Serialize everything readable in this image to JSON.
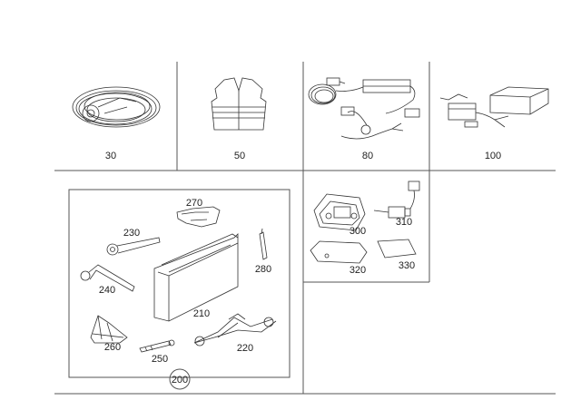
{
  "title": "Vehicle accessories parts diagram",
  "parts": {
    "p30": "30",
    "p50": "50",
    "p80": "80",
    "p100": "100",
    "p200": "200",
    "p210": "210",
    "p220": "220",
    "p230": "230",
    "p240": "240",
    "p250": "250",
    "p260": "260",
    "p270": "270",
    "p280": "280",
    "p300": "300",
    "p310": "310",
    "p320": "320",
    "p330": "330"
  }
}
